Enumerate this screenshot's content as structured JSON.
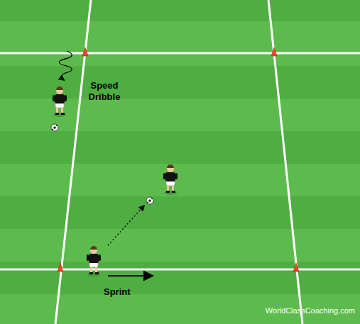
{
  "diagram": {
    "labels": [
      "Speed Dribble",
      "Sprint",
      "WorldClassCoaching.com"
    ]
  }
}
